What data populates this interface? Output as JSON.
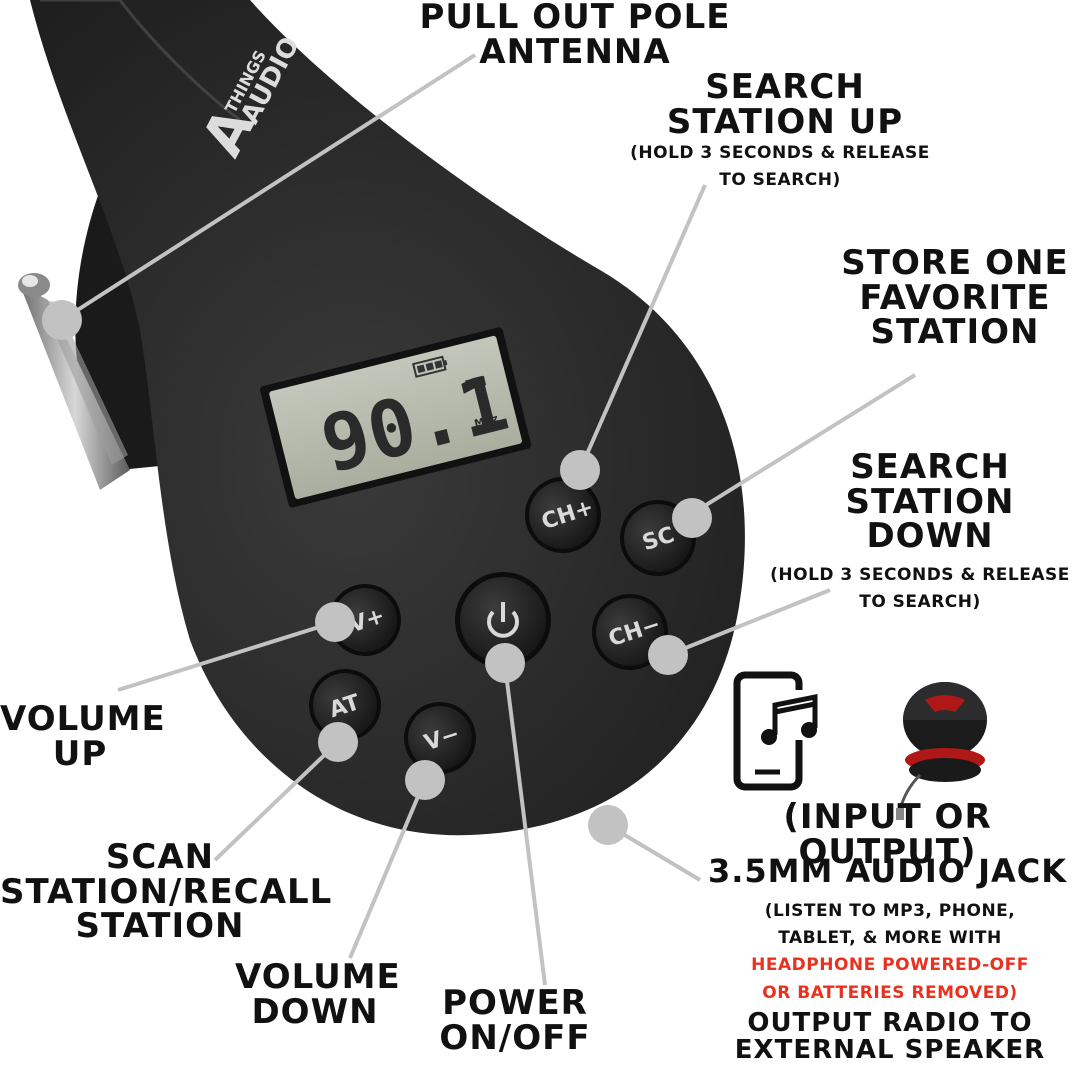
{
  "brand": {
    "top": "THINGS",
    "main": "AUDIO"
  },
  "display": {
    "frequency": "90.1",
    "band": "FM",
    "unit": "MHz"
  },
  "buttons": {
    "ch_up": "CH+",
    "sc": "SC",
    "v_up": "V+",
    "ch_down": "CH−",
    "at": "AT",
    "v_down": "V−"
  },
  "labels": {
    "antenna": [
      "PULL OUT POLE",
      "ANTENNA"
    ],
    "search_up": [
      "SEARCH",
      "STATION UP"
    ],
    "search_up_note": [
      "(HOLD 3 SECONDS & RELEASE",
      "TO SEARCH)"
    ],
    "store": [
      "STORE ONE",
      "FAVORITE",
      "STATION"
    ],
    "search_down": [
      "SEARCH",
      "STATION",
      "DOWN"
    ],
    "search_down_note": [
      "(HOLD 3 SECONDS & RELEASE",
      "TO SEARCH)"
    ],
    "volume_up": [
      "VOLUME",
      "UP"
    ],
    "scan": [
      "SCAN",
      "STATION/RECALL",
      "STATION"
    ],
    "volume_down": [
      "VOLUME",
      "DOWN"
    ],
    "power": [
      "POWER",
      "ON/OFF"
    ],
    "jack_title": "(INPUT OR OUTPUT)",
    "jack_name": "3.5MM AUDIO JACK",
    "jack_note_1": "(LISTEN TO MP3, PHONE,",
    "jack_note_2": "TABLET, & MORE WITH",
    "jack_note_red_1": "HEADPHONE POWERED-OFF",
    "jack_note_red_2": "OR BATTERIES REMOVED)",
    "jack_out": [
      "OUTPUT RADIO TO",
      "EXTERNAL SPEAKER"
    ]
  },
  "colors": {
    "body": "#2b2b2b",
    "lcd": "#b7bcae",
    "callout": "#c2c2c2",
    "accent_red": "#e8321f"
  }
}
